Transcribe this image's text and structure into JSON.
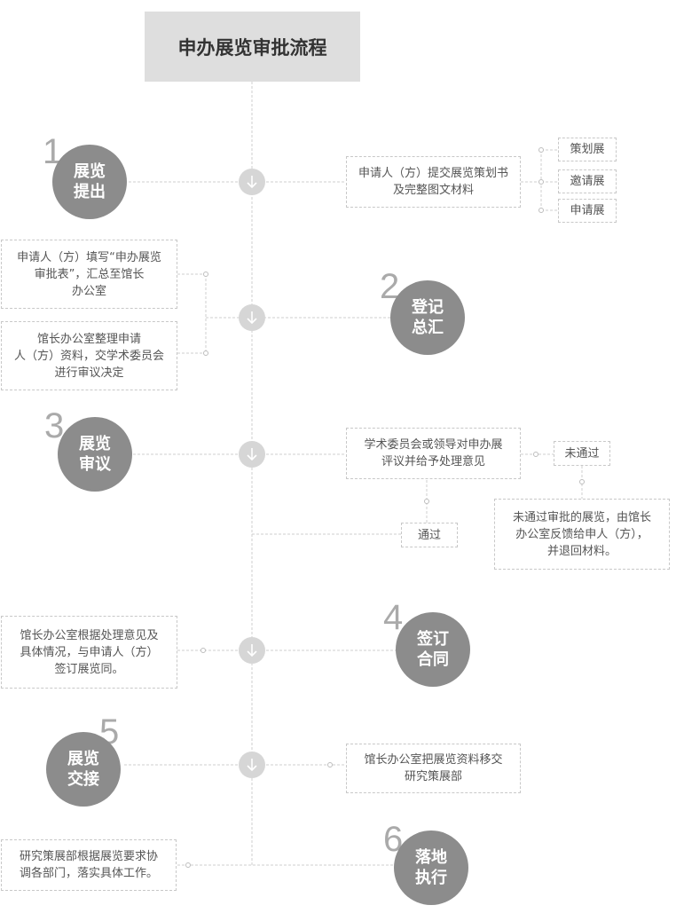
{
  "title": "申办展览审批流程",
  "steps": [
    {
      "num": "1",
      "line1": "展览",
      "line2": "提出"
    },
    {
      "num": "2",
      "line1": "登记",
      "line2": "总汇"
    },
    {
      "num": "3",
      "line1": "展览",
      "line2": "审议"
    },
    {
      "num": "4",
      "line1": "签订",
      "line2": "合同"
    },
    {
      "num": "5",
      "line1": "展览",
      "line2": "交接"
    },
    {
      "num": "6",
      "line1": "落地",
      "line2": "执行"
    }
  ],
  "boxes": {
    "submit": {
      "l1": "申请人（方）提交展览策划书",
      "l2": "及完整图文材料"
    },
    "types": [
      "策划展",
      "邀请展",
      "申请展"
    ],
    "fill_form": {
      "l1": "申请人（方）填写“申办展览",
      "l2": "审批表”，汇总至馆长",
      "l3": "办公室"
    },
    "organize": {
      "l1": "馆长办公室整理申请",
      "l2": "人（方）资料，交学术委员会",
      "l3": "进行审议决定"
    },
    "review": {
      "l1": "学术委员会或领导对申办展",
      "l2": "评议并给予处理意见"
    },
    "not_passed": "未通过",
    "return": {
      "l1": "未通过审批的展览，由馆长",
      "l2": "办公室反馈给申人（方），",
      "l3": "并退回材料。"
    },
    "passed": "通过",
    "contract": {
      "l1": "馆长办公室根据处理意见及",
      "l2": "具体情况，与申请人（方）",
      "l3": "签订展览同。"
    },
    "handover": {
      "l1": "馆长办公室把展览资料移交",
      "l2": "研究策展部"
    },
    "execute": {
      "l1": "研究策展部根据展览要求协",
      "l2": "调各部门，落实具体工作。"
    }
  }
}
